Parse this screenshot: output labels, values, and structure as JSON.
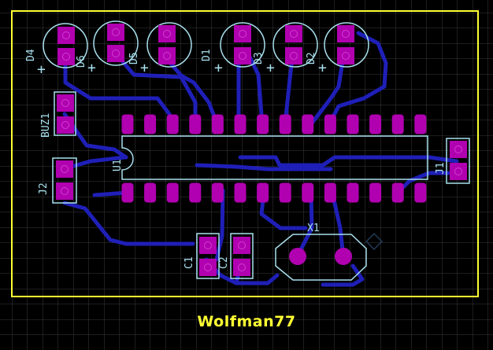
{
  "colors": {
    "background": "#000000",
    "grid": "#3a3a3a",
    "board_outline": "#ffff33",
    "trace": "#1f1fb8",
    "pad": "#b000b0",
    "silkscreen": "#a8e0ee",
    "credit": "#ffff33"
  },
  "labels": {
    "d4": "D4",
    "d6": "D6",
    "d5": "D5",
    "d1": "D1",
    "d3": "D3",
    "d2": "D2",
    "buz1": "BUZ1",
    "u1": "U1",
    "j2": "J2",
    "j1": "J1",
    "c1": "C1",
    "c2": "C2",
    "x1": "X1",
    "plus": "+"
  },
  "credit": "Wolfman77"
}
